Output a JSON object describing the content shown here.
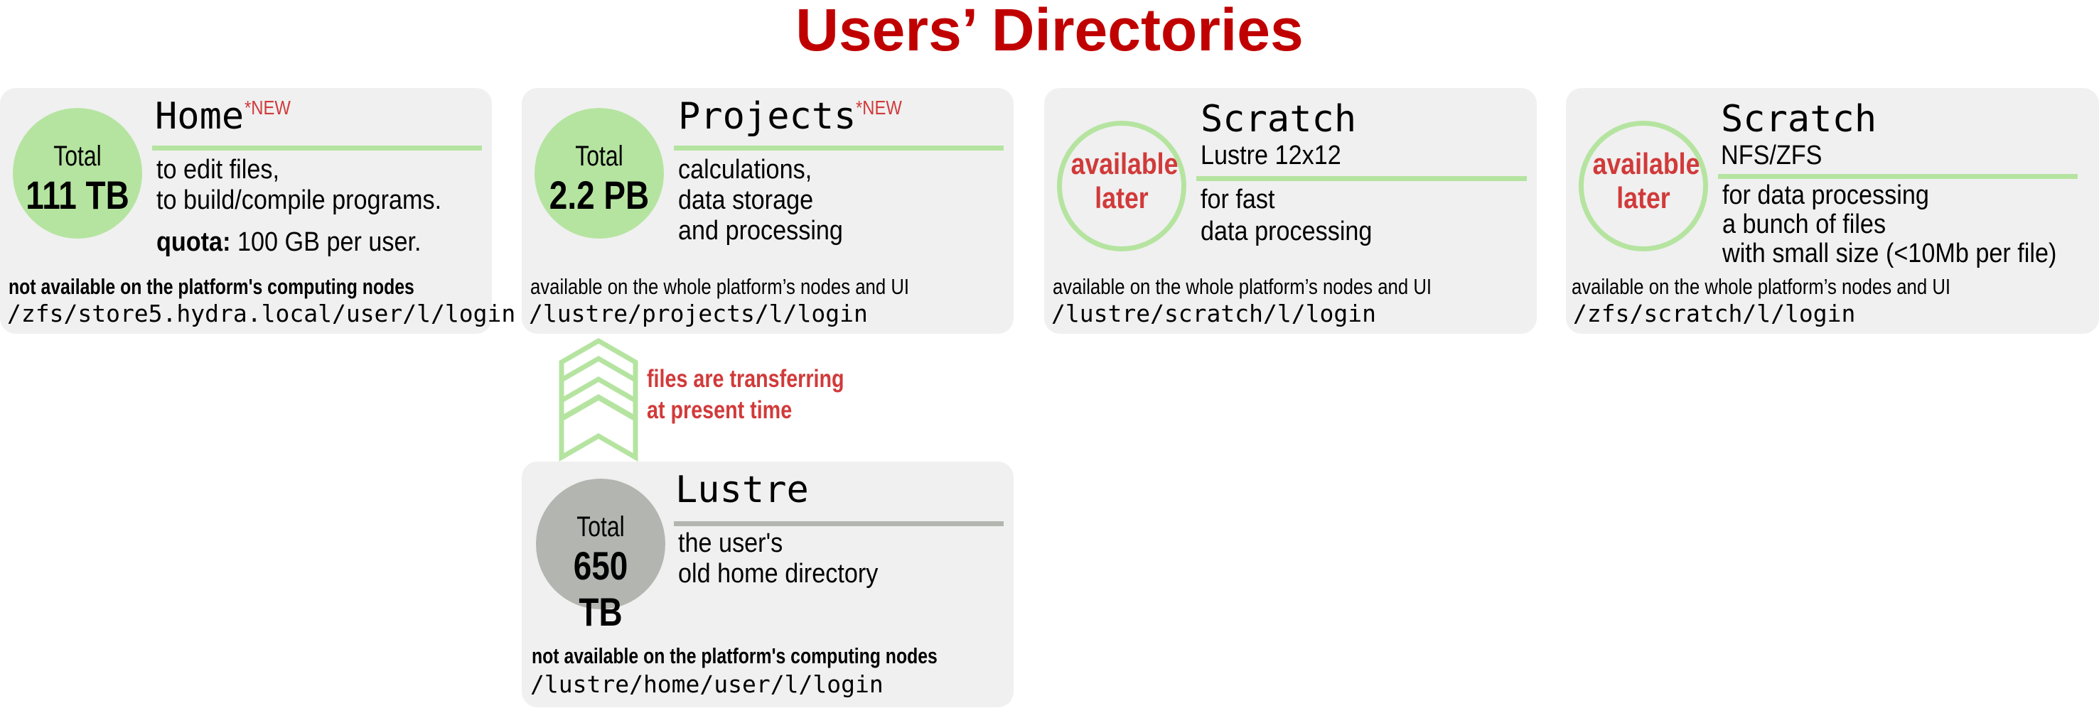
{
  "colors": {
    "accent": "#c00000",
    "red": "#d13a3a",
    "green": "#b5e4a0",
    "gray": "#b3b6b0",
    "panel": "#f0f0f0"
  },
  "title": "Users’ Directories",
  "home": {
    "total_label": "Total",
    "total": "111 TB",
    "name": "Home",
    "badge": "*NEW",
    "lines": [
      "to edit files,",
      "to build/compile programs."
    ],
    "quota_label": "quota:",
    "quota": " 100 GB per user.",
    "note": "not available on the platform's computing nodes",
    "path": "/zfs/store5.hydra.local/user/l/login"
  },
  "projects": {
    "total_label": "Total",
    "total": "2.2 PB",
    "name": "Projects",
    "badge": "*NEW",
    "lines": [
      "calculations,",
      "data storage",
      "and processing"
    ],
    "note": "available on the whole platform’s nodes and UI",
    "path": "/lustre/projects/l/login"
  },
  "scratch_lustre": {
    "status": [
      "available",
      "later"
    ],
    "name": "Scratch",
    "subtitle": "Lustre 12x12",
    "lines": [
      "for fast",
      "data processing"
    ],
    "note": "available on the whole platform’s nodes and UI",
    "path": "/lustre/scratch/l/login"
  },
  "scratch_nfs": {
    "status": [
      "available",
      "later"
    ],
    "name": "Scratch",
    "subtitle": "NFS/ZFS",
    "lines": [
      "for data processing",
      "a bunch of files",
      "with small size (<10Mb per file)"
    ],
    "note": "available on the whole platform’s nodes and UI",
    "path": "/zfs/scratch/l/login"
  },
  "transfer": {
    "icon": "chevron-up-arrows",
    "lines": [
      "files are transferring",
      "at present time"
    ]
  },
  "lustre": {
    "total_label": "Total",
    "total": "650 TB",
    "name": "Lustre",
    "lines": [
      "the user's",
      "old home directory"
    ],
    "note": "not available on the platform's computing nodes",
    "path": "/lustre/home/user/l/login"
  }
}
